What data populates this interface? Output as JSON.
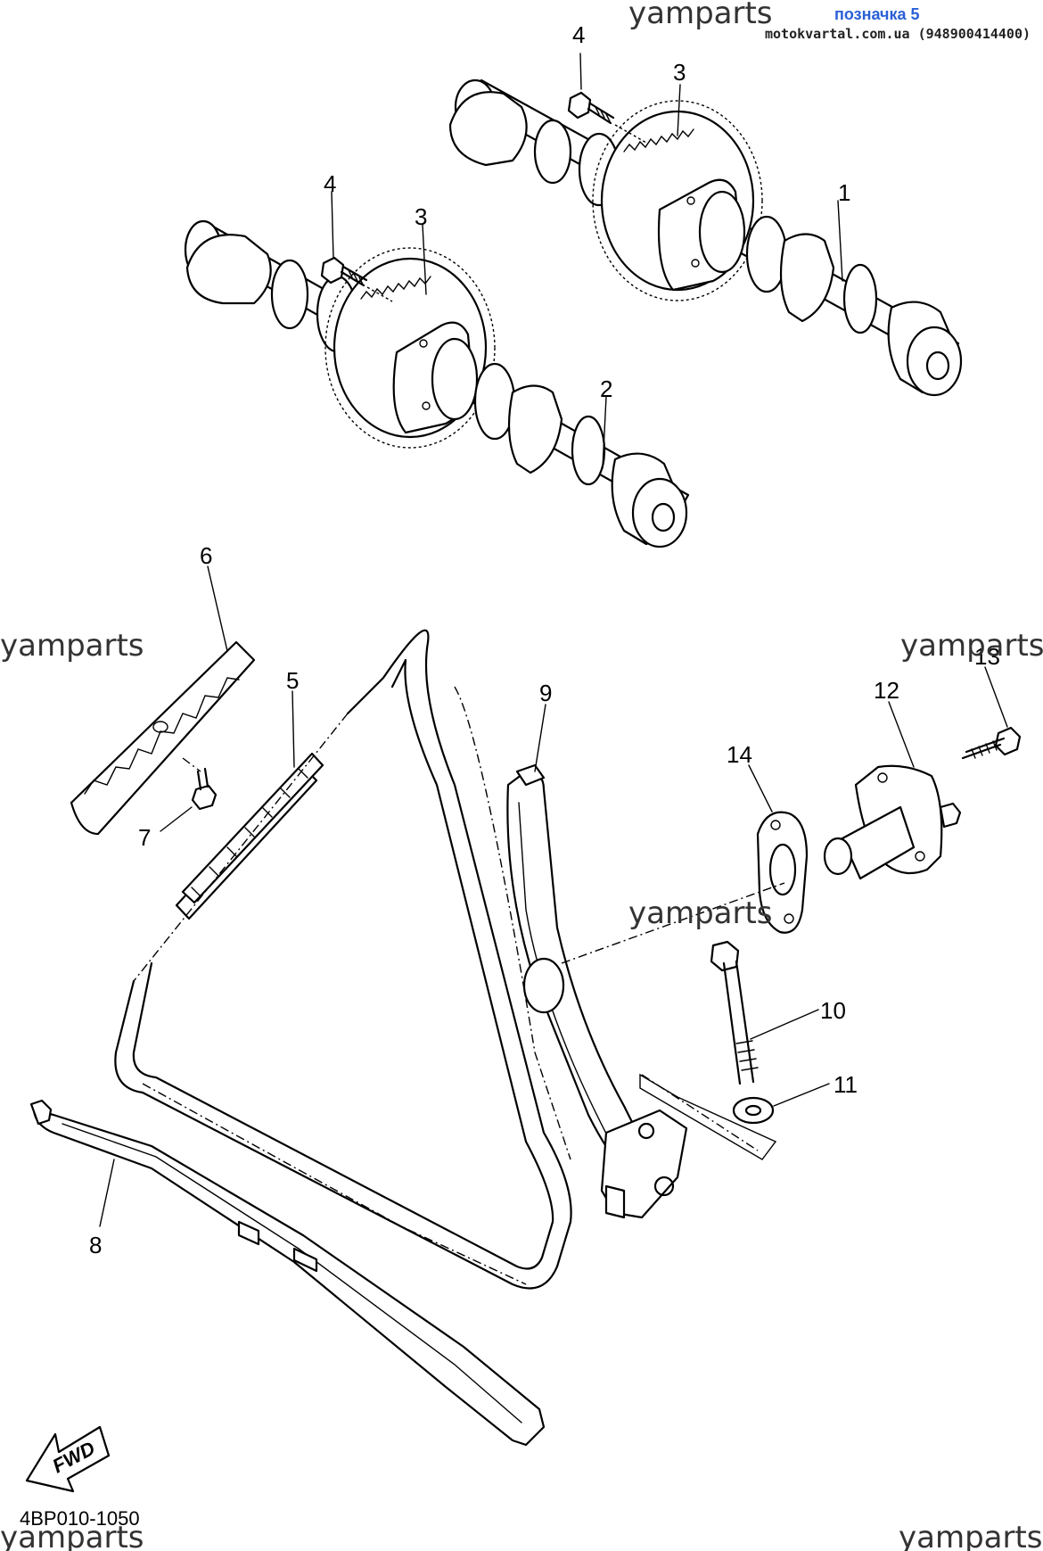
{
  "header": {
    "tag_label": "позначка 5",
    "site": "motokvartal.com.ua (948900414400)"
  },
  "watermarks": [
    "yamparts",
    "yamparts",
    "yamparts",
    "yamparts",
    "yamparts",
    "yamparts"
  ],
  "callouts": [
    "4",
    "3",
    "4",
    "3",
    "1",
    "2",
    "6",
    "5",
    "9",
    "13",
    "12",
    "14",
    "7",
    "10",
    "11",
    "8"
  ],
  "fwd_label": "FWD",
  "diagram_code": "4BP010-1050"
}
